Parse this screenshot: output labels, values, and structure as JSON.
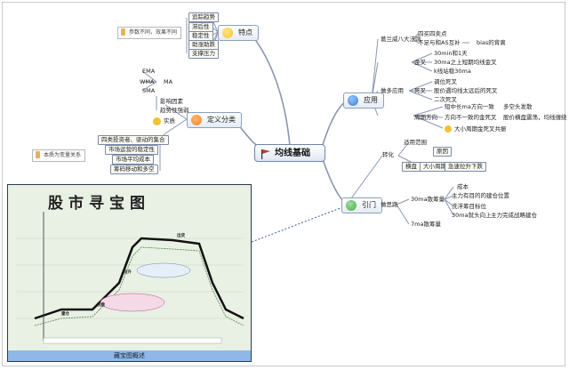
{
  "center": {
    "title": "均线基础"
  },
  "tedian": {
    "label": "特点",
    "items": [
      "追踪趋势",
      "滞后性",
      "稳定性",
      "助涨助跌",
      "支撑压力"
    ],
    "note": "参数不同，效果不同"
  },
  "dingyi": {
    "label": "定义分类",
    "types": [
      "EMA",
      "WMA",
      "SMA"
    ],
    "ma": "MA",
    "factors": [
      "影响因素",
      "趋势性强弱"
    ],
    "substance": "实质",
    "meanings": [
      "四类投资者、驱动的集合",
      "市场运营的稳定性",
      "市场平均成本",
      "筹码移动和多空"
    ],
    "note": "本质为变量关系"
  },
  "yingyong": {
    "label": "应用",
    "granville": "葛兰威八大法则",
    "gv_items": [
      "四买四卖点",
      "不足与和AS互补",
      "bias的背离"
    ],
    "jincha": "金叉",
    "jc_items": [
      "30min和1天",
      "30ma之上短期均线金叉",
      "k线站稳30ma"
    ],
    "jianchao": "做多应用",
    "sicha": "死叉",
    "sc_items": [
      "调位死叉",
      "股价遇均线太远后的死叉",
      "二次死叉"
    ],
    "zhouqi": "周期方向",
    "zq_items": [
      "短中长ma方向一致",
      "多空头发散",
      "方向不一致的金死叉",
      "股价横盘震荡，均线缠绕",
      "大小周期金死叉共振"
    ]
  },
  "yinmen": {
    "label": "引门",
    "zhuanhua": "转化",
    "zh_items": [
      "适用范围",
      "原因",
      "横盘",
      "大小周期",
      "急速拉升下跌"
    ],
    "sixiang": "做思路",
    "ma30": "30ma散筹量",
    "ma30_items": [
      "成本",
      "主力有目的的建仓位置",
      "洗浮筹目标位",
      "30ma就头向上",
      "主力完成战略建仓"
    ],
    "ma7": "7ma散筹量"
  },
  "treasure": {
    "title": "股市寻宝图",
    "footer": "藏宝图概述",
    "stage_labels": [
      "建仓",
      "洗盘",
      "拉升",
      "出货"
    ]
  },
  "colors": {
    "branch_line": "#6b7fa8",
    "icon_yellow": "#f2c232",
    "icon_blue": "#3a7bd5",
    "icon_green": "#4aa84a",
    "icon_orange": "#e88a2a"
  }
}
